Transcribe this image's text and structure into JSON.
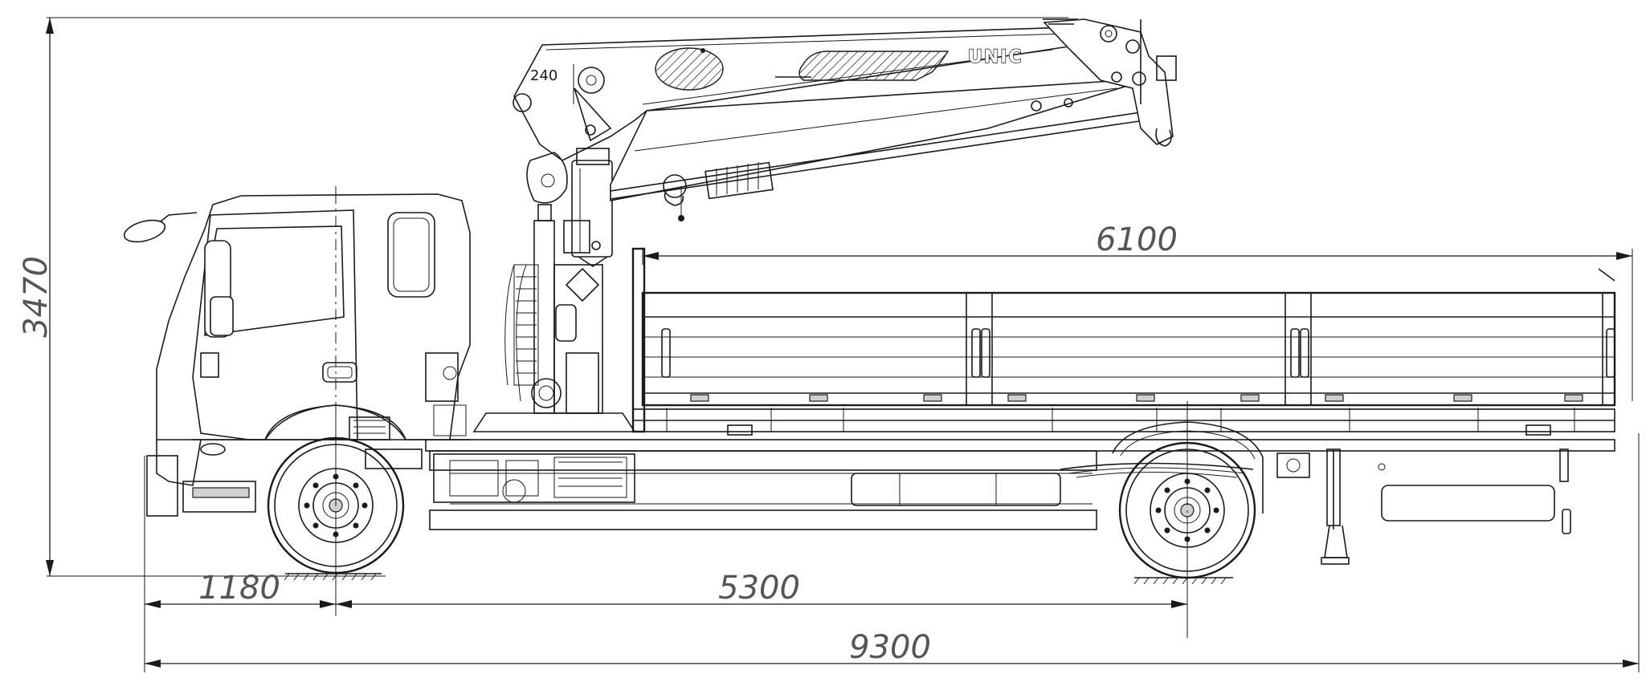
{
  "dimensions": {
    "overall_height": "3470",
    "front_overhang": "1180",
    "wheelbase": "5300",
    "overall_length": "9300",
    "body_length": "6100",
    "crane_detail": "240"
  },
  "crane": {
    "brand_label": "UNIC"
  },
  "colors": {
    "line": "#1a1a1a",
    "dimension_text": "#555555",
    "background": "#ffffff"
  }
}
